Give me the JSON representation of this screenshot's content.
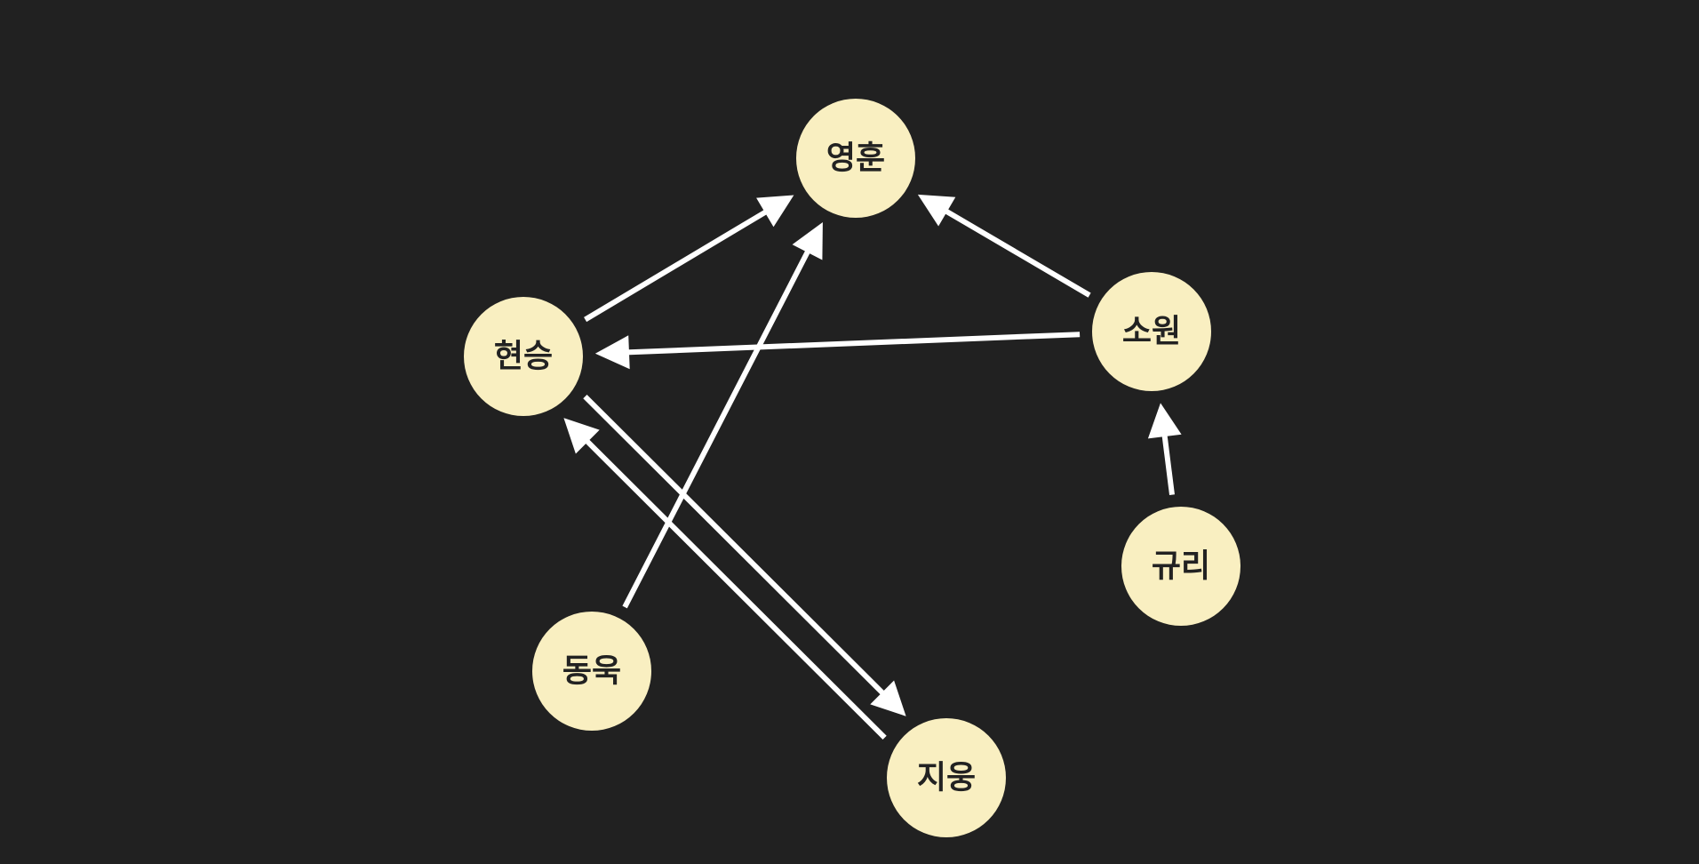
{
  "colors": {
    "background": "#212121",
    "node_fill": "#f9efc1",
    "node_text": "#222222",
    "edge": "#ffffff"
  },
  "nodes": [
    {
      "id": "yeonghun",
      "label": "영훈"
    },
    {
      "id": "hyeonseung",
      "label": "현승"
    },
    {
      "id": "sowon",
      "label": "소원"
    },
    {
      "id": "gyuri",
      "label": "규리"
    },
    {
      "id": "donguk",
      "label": "동욱"
    },
    {
      "id": "jiung",
      "label": "지웅"
    }
  ],
  "edges": [
    {
      "from": "hyeonseung",
      "to": "yeonghun"
    },
    {
      "from": "donguk",
      "to": "yeonghun"
    },
    {
      "from": "sowon",
      "to": "yeonghun"
    },
    {
      "from": "sowon",
      "to": "hyeonseung"
    },
    {
      "from": "gyuri",
      "to": "sowon"
    },
    {
      "from": "hyeonseung",
      "to": "jiung"
    },
    {
      "from": "jiung",
      "to": "hyeonseung"
    }
  ]
}
